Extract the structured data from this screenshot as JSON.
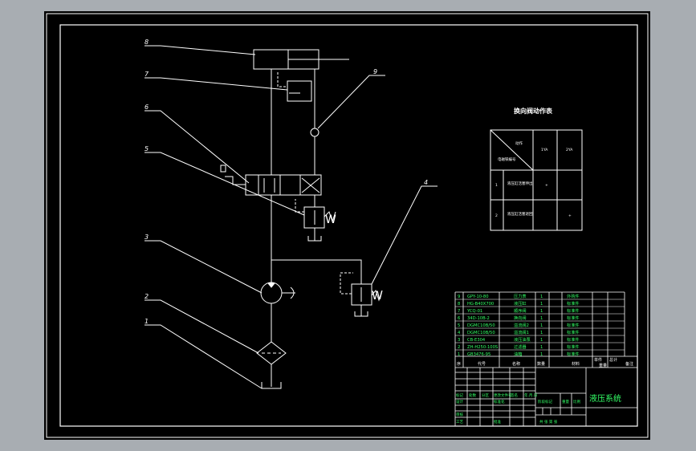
{
  "colors": {
    "background": "#a8adb2",
    "paper": "#000000",
    "line": "#ffffff",
    "text_green": "#33ff66"
  },
  "leaders": [
    "1",
    "2",
    "3",
    "4",
    "5",
    "6",
    "7",
    "8",
    "9"
  ],
  "table": {
    "title": "换向阀动作表",
    "corner_top": "动作",
    "corner_bottom": "电磁铁编号",
    "col1": "1YA",
    "col2": "2YA",
    "rows": [
      {
        "no": "1",
        "name": "液压缸活塞伸出",
        "v1": "",
        "v2": "+"
      },
      {
        "no": "2",
        "name": "液压缸活塞退回",
        "v1": "",
        "v2": "+"
      }
    ]
  },
  "bom": {
    "rows": [
      {
        "no": "9",
        "code": "GPY-10-80",
        "name": "压力表",
        "qty": "1",
        "note": "外购件"
      },
      {
        "no": "8",
        "code": "HG-B40X700",
        "name": "液压缸",
        "qty": "1",
        "note": "标准件"
      },
      {
        "no": "7",
        "code": "YCQ-01",
        "name": "顺序阀",
        "qty": "1",
        "note": "标准件"
      },
      {
        "no": "6",
        "code": "34D-10B-2",
        "name": "换向阀",
        "qty": "1",
        "note": "标准件"
      },
      {
        "no": "5",
        "code": "DGMC10B/50",
        "name": "溢流阀2",
        "qty": "1",
        "note": "标准件"
      },
      {
        "no": "4",
        "code": "DGMC10B/50",
        "name": "溢流阀1",
        "qty": "1",
        "note": "标准件"
      },
      {
        "no": "3",
        "code": "CB-E304",
        "name": "液压油泵",
        "qty": "1",
        "note": "标准件"
      },
      {
        "no": "2",
        "code": "ZH-H250-100S",
        "name": "过滤器",
        "qty": "1",
        "note": "标准件"
      },
      {
        "no": "1",
        "code": "GB3476-95",
        "name": "油箱",
        "qty": "1",
        "note": "标准件"
      }
    ],
    "header": {
      "no": "序",
      "code": "代号",
      "name": "名称",
      "qty": "数量",
      "material": "材料",
      "unit": "单件",
      "total": "总计",
      "weight": "重量",
      "remark": "备注"
    }
  },
  "title_block": {
    "title": "液压系统",
    "mark": "标记",
    "count": "处数",
    "zone": "分区",
    "doc": "更改文件号",
    "sign": "签名",
    "date": "年.月.日",
    "design": "设计",
    "std": "标准化",
    "review": "审核",
    "process": "工艺",
    "approve": "批准",
    "stage": "阶段标记",
    "weight": "重量",
    "scale": "比例",
    "sheets": "共 张  第 张"
  }
}
